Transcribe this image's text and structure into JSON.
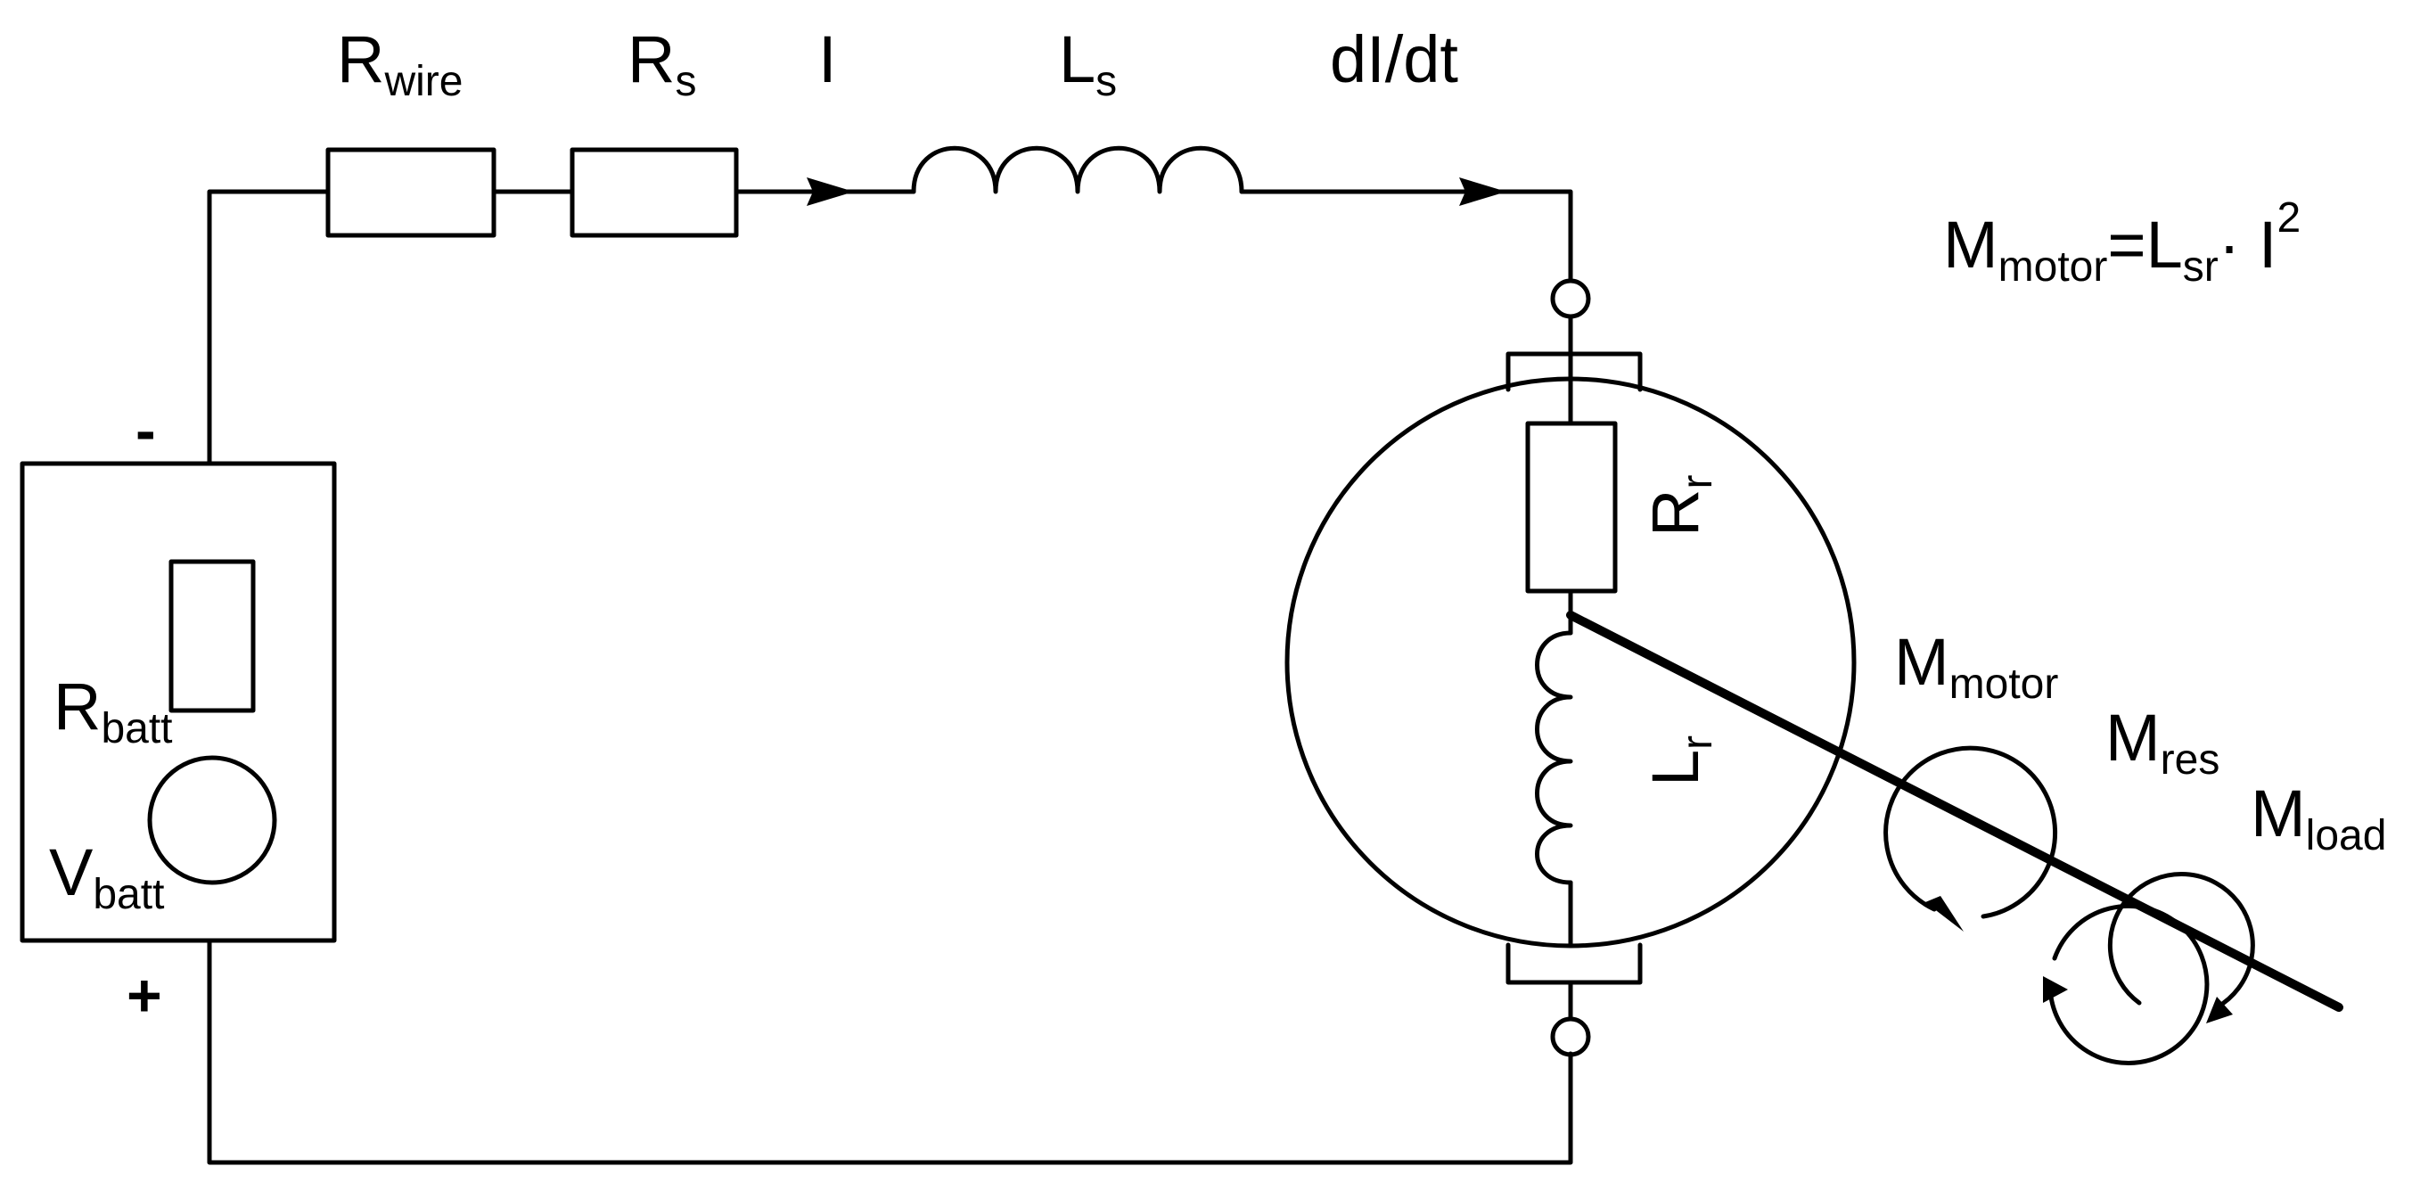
{
  "labels": {
    "r_wire": {
      "main": "R",
      "sub": "wire"
    },
    "r_s": {
      "main": "R",
      "sub": "s"
    },
    "current": "I",
    "l_s": {
      "main": "L",
      "sub": "s"
    },
    "di_dt": "dI/dt",
    "r_batt": {
      "main": "R",
      "sub": "batt"
    },
    "v_batt": {
      "main": "V",
      "sub": "batt"
    },
    "minus": "-",
    "plus": "+",
    "r_r": {
      "main": "R",
      "sub": "r"
    },
    "l_r": {
      "main": "L",
      "sub": "r"
    },
    "m_motor": {
      "main": "M",
      "sub": "motor"
    },
    "m_res": {
      "main": "M",
      "sub": "res"
    },
    "m_load": {
      "main": "M",
      "sub": "load"
    },
    "formula": {
      "m": "M",
      "m_sub": "motor",
      "eq": "=L",
      "l_sub": "sr",
      "dot": "· I",
      "sup": "2"
    }
  }
}
